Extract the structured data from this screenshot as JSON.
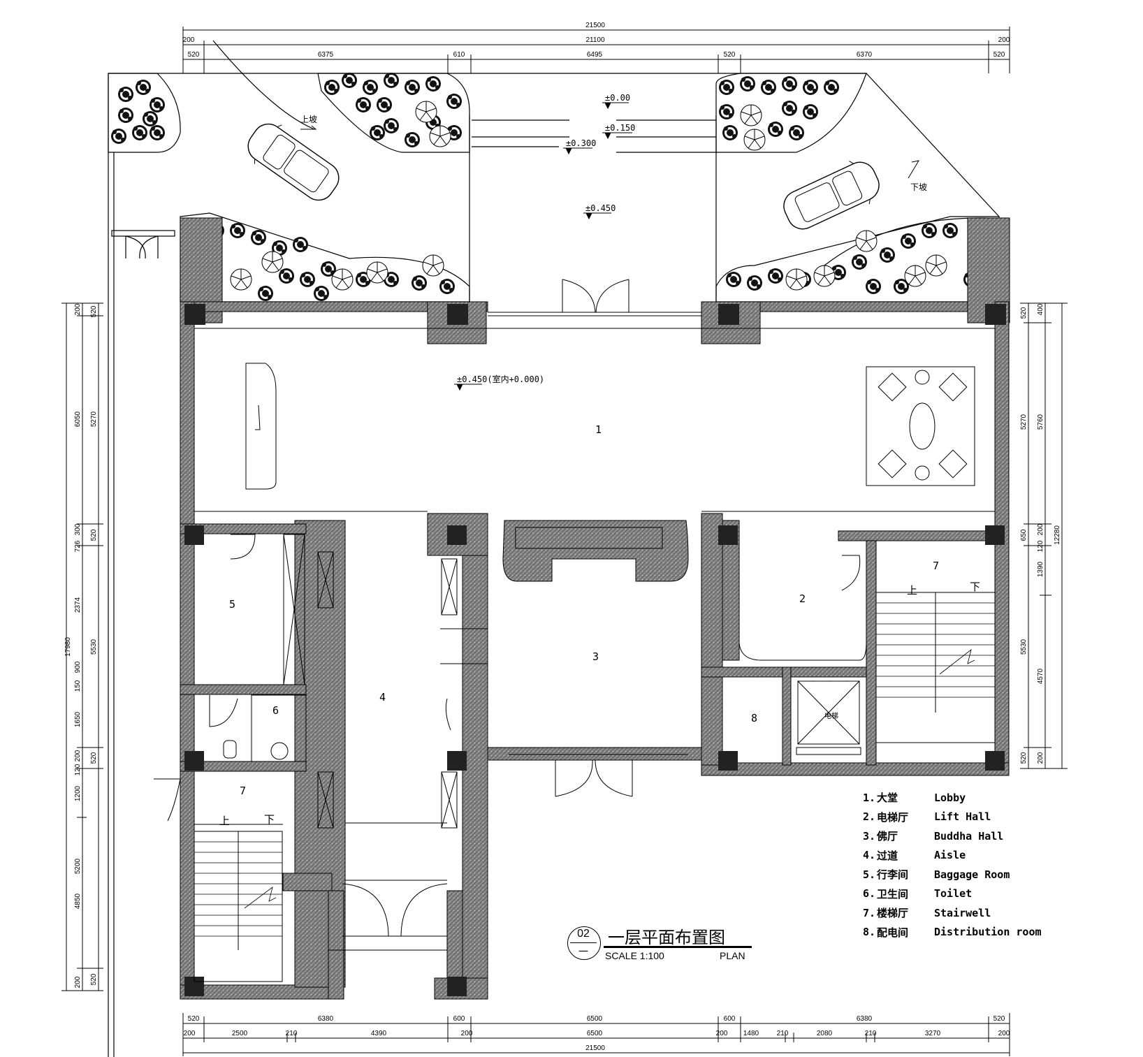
{
  "drawing": {
    "title": "一层平面布置图",
    "number": "02",
    "sub_number": "一",
    "scale": "SCALE 1:100",
    "plan_label": "PLAN"
  },
  "dimensions_top": {
    "overall": "21500",
    "inner": "21100",
    "edge_left": "200",
    "edge_right": "200",
    "segments": [
      "520",
      "6375",
      "610",
      "6495",
      "520",
      "6370",
      "520"
    ]
  },
  "dimensions_bottom": {
    "overall": "21500",
    "row1": [
      "520",
      "6380",
      "600",
      "6500",
      "600",
      "6380",
      "520"
    ],
    "row2": [
      "200",
      "2500",
      "210",
      "4390",
      "200",
      "6500",
      "200",
      "1480",
      "210",
      "2080",
      "210",
      "3270",
      "200"
    ]
  },
  "dimensions_left": {
    "overall": "17980",
    "col1": [
      "200",
      "6050",
      "300",
      "726",
      "2374",
      "900",
      "150",
      "1650",
      "200",
      "120",
      "1200",
      "5200",
      "4850",
      "200"
    ],
    "col2": [
      "520",
      "5270",
      "520",
      "5530",
      "520",
      "520"
    ]
  },
  "dimensions_right": {
    "overall": "12280",
    "col1": [
      "520",
      "5270",
      "650",
      "5530",
      "520"
    ],
    "col2": [
      "400",
      "5760",
      "200",
      "120",
      "1390",
      "4570",
      "200"
    ]
  },
  "levels": [
    "±0.00",
    "±0.150",
    "±0.300",
    "±0.450",
    "±0.450(室内+0.000)"
  ],
  "ramp_labels": {
    "up": "上坡",
    "down": "下坡"
  },
  "stair_labels": {
    "up": "上",
    "down": "下"
  },
  "rooms": [
    "1",
    "2",
    "3",
    "4",
    "5",
    "6",
    "7",
    "7",
    "8"
  ],
  "lift_label": "电梯",
  "legend": [
    {
      "num": "1.",
      "cn": "大堂",
      "en": "Lobby"
    },
    {
      "num": "2.",
      "cn": "电梯厅",
      "en": "Lift Hall"
    },
    {
      "num": "3.",
      "cn": "佛厅",
      "en": "Buddha Hall"
    },
    {
      "num": "4.",
      "cn": "过道",
      "en": "Aisle"
    },
    {
      "num": "5.",
      "cn": "行李间",
      "en": "Baggage Room"
    },
    {
      "num": "6.",
      "cn": "卫生间",
      "en": "Toilet"
    },
    {
      "num": "7.",
      "cn": "楼梯厅",
      "en": "Stairwell"
    },
    {
      "num": "8.",
      "cn": "配电间",
      "en": "Distribution room"
    }
  ]
}
